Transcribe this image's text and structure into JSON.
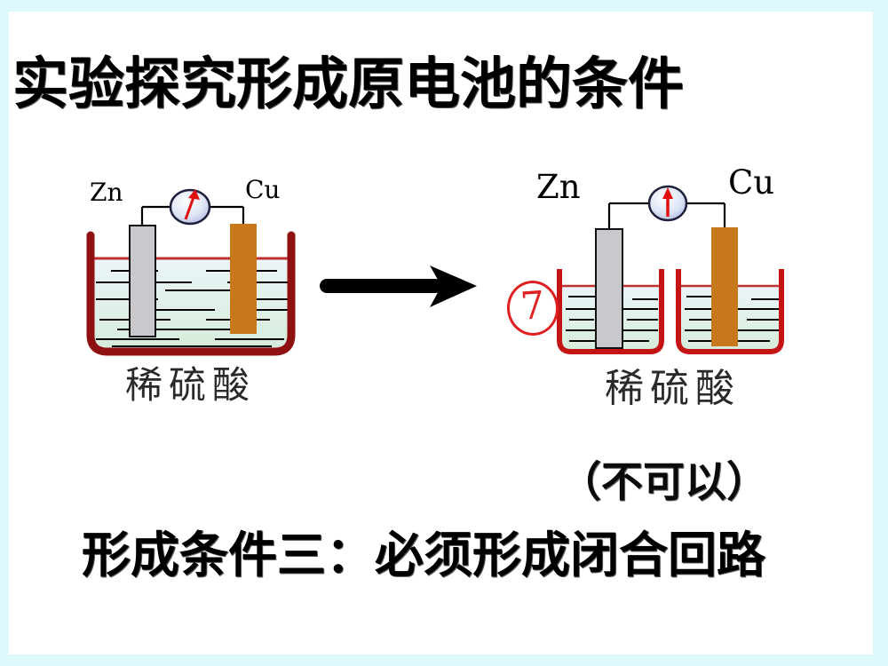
{
  "slide": {
    "title": "实验探究形成原电池的条件",
    "diagram": {
      "left_cell": {
        "anode_label": "Zn",
        "cathode_label": "Cu",
        "solution_label": "稀硫酸"
      },
      "right_cell": {
        "number": "7",
        "anode_label": "Zn",
        "cathode_label": "Cu",
        "solution_label": "稀硫酸"
      }
    },
    "verdict": "（不可以）",
    "conclusion": "形成条件三：必须形成闭合回路",
    "colors": {
      "page_border": "#ddf9fb",
      "slide_background": "#ffffff",
      "left_beaker_outline": "#8f1010",
      "right_beaker_outline": "#c41414",
      "liquid_surface_line": "#c03030",
      "liquid_top": "#ecf5fa",
      "liquid_bottom": "#d6ecdb",
      "zinc_electrode": "#c9c9cd",
      "copper_electrode": "#c6781a",
      "meter_needle": "#e01010",
      "annotation_red": "#e02020",
      "wire": "#000000"
    }
  }
}
